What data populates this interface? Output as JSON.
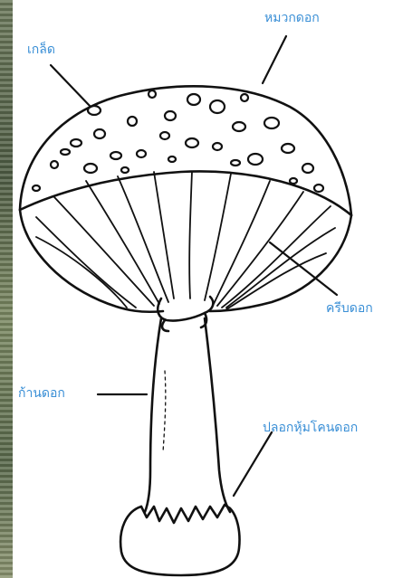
{
  "labels": {
    "cap_scales": "เกล็ด",
    "cap": "หมวกดอก",
    "gills": "ครีบดอก",
    "stem": "ก้านดอก",
    "volva": "ปลอกหุ้มโคนดอก"
  },
  "colors": {
    "label_text": "#3a8fd6",
    "line_art": "#111111",
    "background": "#ffffff"
  }
}
